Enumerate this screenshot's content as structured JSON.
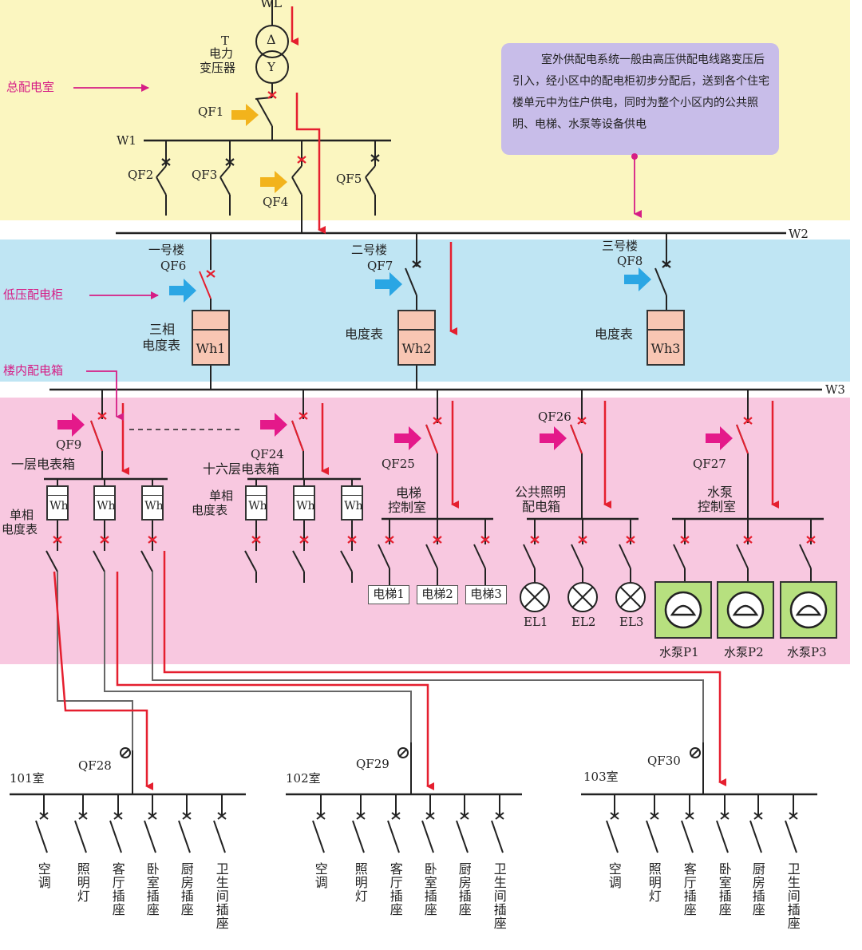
{
  "colors": {
    "yellow_band": "#fbf6c0",
    "blue_band": "#bfe5f3",
    "pink_band": "#f8c8e0",
    "red_flow": "#e51f2f",
    "callout": "#c8bde9",
    "magenta_label": "#d61d85",
    "meter_fill": "#f8c6b3",
    "pump_fill": "#b7e07f"
  },
  "icons": [
    "yellow-arrow-icon",
    "blue-arrow-icon",
    "magenta-arrow-icon",
    "breaker-icon",
    "lamp-icon",
    "pump-icon",
    "transformer-icon"
  ],
  "top": {
    "wl": "WL",
    "t": "T",
    "transformer_line1": "电力",
    "transformer_line2": "变压器",
    "delta": "Δ",
    "wye": "Y",
    "room_label": "总配电室",
    "w1": "W1",
    "w2": "W2",
    "w3": "W3",
    "qf1": "QF1",
    "qf2": "QF2",
    "qf3": "QF3",
    "qf4": "QF4",
    "qf5": "QF5"
  },
  "callout": "室外供配电系统一般由高压供配电线路变压后引入，经小区中的配电柜初步分配后，送到各个住宅楼单元中为住户供电，同时为整个小区内的公共照明、电梯、水泵等设备供电",
  "cabinet": {
    "label": "低压配电柜",
    "b1": "一号楼",
    "b2": "二号楼",
    "b3": "三号楼",
    "qf6": "QF6",
    "qf7": "QF7",
    "qf8": "QF8",
    "three_phase_1": "三相",
    "three_phase_2": "电度表",
    "meter_text": "电度表",
    "wh1": "Wh1",
    "wh2": "Wh2",
    "wh3": "Wh3"
  },
  "building": {
    "label": "楼内配电箱",
    "qf9": "QF9",
    "qf24": "QF24",
    "qf25": "QF25",
    "qf26": "QF26",
    "qf27": "QF27",
    "floor1": "一层电表箱",
    "floor16": "十六层电表箱",
    "single_phase_1": "单相",
    "single_phase_2": "电度表",
    "wh": "Wh",
    "elevator_room_1": "电梯",
    "elevator_room_2": "控制室",
    "lighting_box_1": "公共照明",
    "lighting_box_2": "配电箱",
    "pump_room_1": "水泵",
    "pump_room_2": "控制室",
    "elevators": [
      "电梯1",
      "电梯2",
      "电梯3"
    ],
    "lamps": [
      "EL1",
      "EL2",
      "EL3"
    ],
    "pumps": [
      "水泵P1",
      "水泵P2",
      "水泵P3"
    ]
  },
  "rooms": [
    {
      "room": "101室",
      "qf": "QF28",
      "loads": [
        "空调",
        "照明灯",
        "客厅插座",
        "卧室插座",
        "厨房插座",
        "卫生间插座"
      ]
    },
    {
      "room": "102室",
      "qf": "QF29",
      "loads": [
        "空调",
        "照明灯",
        "客厅插座",
        "卧室插座",
        "厨房插座",
        "卫生间插座"
      ]
    },
    {
      "room": "103室",
      "qf": "QF30",
      "loads": [
        "空调",
        "照明灯",
        "客厅插座",
        "卧室插座",
        "厨房插座",
        "卫生间插座"
      ]
    }
  ]
}
